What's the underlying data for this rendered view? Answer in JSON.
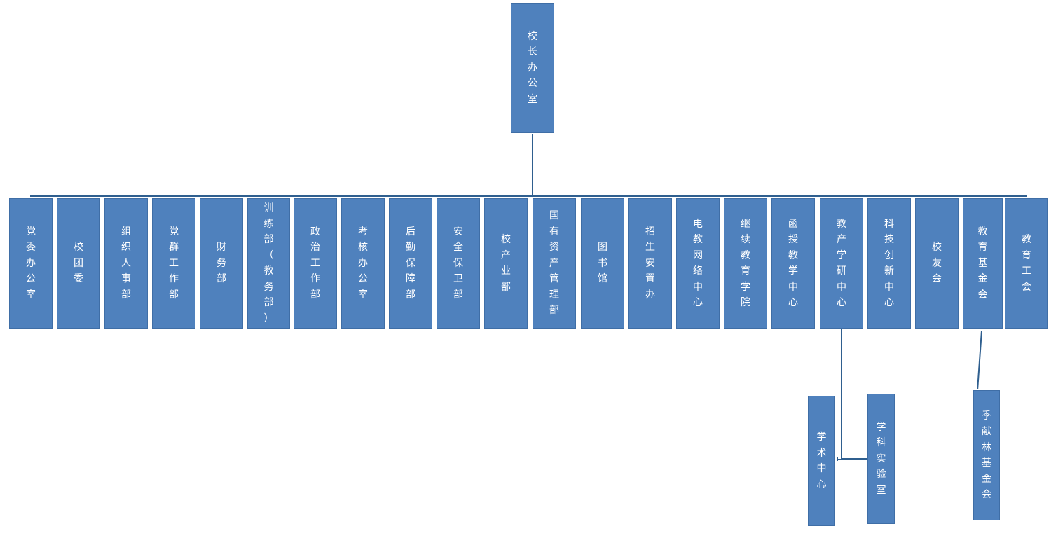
{
  "org_chart": {
    "root": {
      "label": "校长办公室"
    },
    "departments": [
      {
        "label": "党委办公室"
      },
      {
        "label": "校团委"
      },
      {
        "label": "组织人事部"
      },
      {
        "label": "党群工作部"
      },
      {
        "label": "财务部"
      },
      {
        "label": "训练部（教务部）"
      },
      {
        "label": "政治工作部"
      },
      {
        "label": "考核办公室"
      },
      {
        "label": "后勤保障部"
      },
      {
        "label": "安全保卫部"
      },
      {
        "label": "校产业部"
      },
      {
        "label": "国有资产管理部"
      },
      {
        "label": "图书馆"
      },
      {
        "label": "招生安置办"
      },
      {
        "label": "电教网络中心"
      },
      {
        "label": "继续教育学院"
      },
      {
        "label": "函授教学中心"
      },
      {
        "label": "教产学研中心"
      },
      {
        "label": "科技创新中心"
      },
      {
        "label": "校友会"
      },
      {
        "label": "教育基金会"
      },
      {
        "label": "教育工会"
      }
    ],
    "sub_units": {
      "academic_center": {
        "label": "学术中心",
        "parent": "教产学研中心"
      },
      "discipline_lab": {
        "label": "学科实验室",
        "parent": "教产学研中心"
      },
      "ji_xianlin_foundation": {
        "label": "季献林基金会",
        "parent": "教育基金会"
      }
    }
  }
}
